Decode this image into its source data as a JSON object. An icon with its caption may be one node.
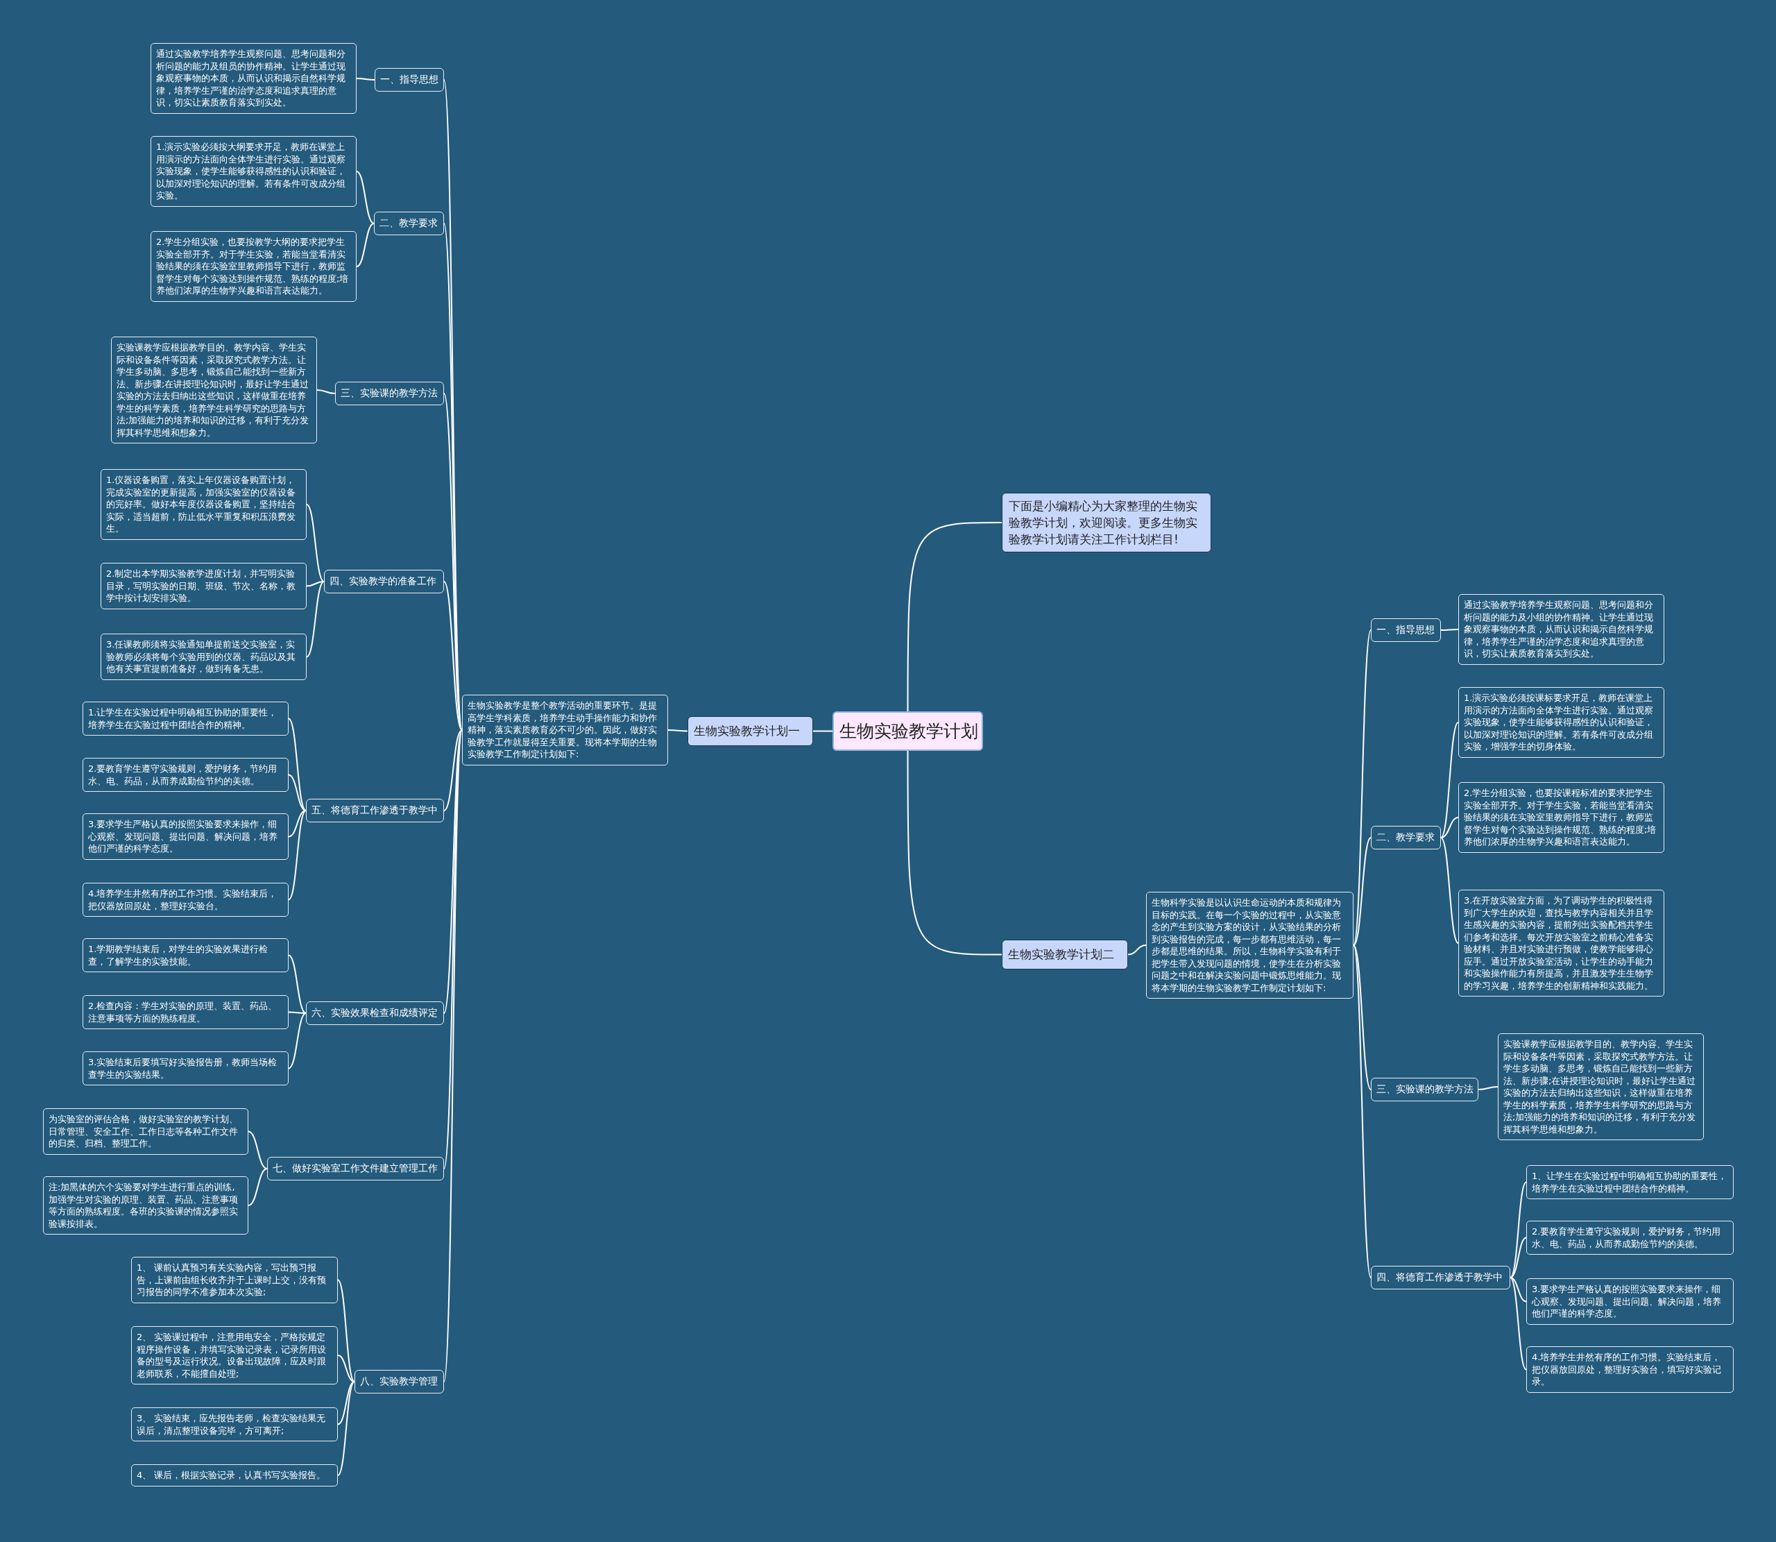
{
  "diagram": {
    "nodes": [
      {
        "text": [
          "生物实验教学计划"
        ]
      },
      {
        "text": [
          "下面是小编精心为大家整理的生物实验教学计划，欢迎阅读。更多生物实验教学计划请关注工作计划栏目!"
        ]
      },
      {
        "text": [
          "生物实验教学计划一"
        ]
      },
      {
        "text": [
          "生物实验教学是整个教学活动的重要环节。是提高学生学科素质，培养学生动手操作能力和协作精神，落实素质教育必不可少的。因此，做好实验教学工作就显得至关重要。现将本学期的生物实验教学工作制定计划如下:"
        ]
      },
      {
        "text": [
          "一、指导思想"
        ]
      },
      {
        "text": [
          "通过实验教学培养学生观察问题、思考问题和分析问题的能力及组员的协作精神。让学生通过现象观察事物的本质，从而认识和揭示自然科学规律，培养学生严谨的治学态度和追求真理的意识，切实让素质教育落实到实处。"
        ]
      },
      {
        "text": [
          "二、教学要求"
        ]
      },
      {
        "text": [
          "1.演示实验必须按大纲要求开足，教师在课堂上用演示的方法面向全体学生进行实验。通过观察实验现象，使学生能够获得感性的认识和验证，以加深对理论知识的理解。若有条件可改成分组实验。"
        ]
      },
      {
        "text": [
          "2.学生分组实验，也要按教学大纲的要求把学生实验全部开齐。对于学生实验，若能当堂看清实验结果的须在实验室里教师指导下进行，教师监督学生对每个实验达到操作规范、熟练的程度;培养他们浓厚的生物学兴趣和语言表达能力。"
        ]
      },
      {
        "text": [
          "三、实验课的教学方法"
        ]
      },
      {
        "text": [
          "实验课教学应根据教学目的、教学内容、学生实际和设备条件等因素，采取探究式教学方法。让学生多动脑、多思考，锻炼自己能找到一些新方法、新步骤;在讲授理论知识时，最好让学生通过实验的方法去归纳出这些知识，这样做重在培养学生的科学素质，培养学生科学研究的思路与方法;加强能力的培养和知识的迁移，有利于充分发挥其科学思维和想象力。"
        ]
      },
      {
        "text": [
          "四、实验教学的准备工作"
        ]
      },
      {
        "text": [
          "1.仪器设备购置，落实上年仪器设备购置计划，完成实验室的更新提高，加强实验室的仪器设备的完好率。做好本年度仪器设备购置，坚持结合实际，适当超前，防止低水平重复和积压浪费发生。"
        ]
      },
      {
        "text": [
          "2.制定出本学期实验教学进度计划，并写明实验目录，写明实验的日期、班级、节次、名称，教学中按计划安排实验。"
        ]
      },
      {
        "text": [
          "3.任课教师须将实验通知单提前送交实验室，实验教师必须将每个实验用到的仪器、药品以及其他有关事宜提前准备好，做到有备无患。"
        ]
      },
      {
        "text": [
          "五、将德育工作渗透于教学中"
        ]
      },
      {
        "text": [
          "1.让学生在实验过程中明确相互协助的重要性，培养学生在实验过程中团结合作的精神。"
        ]
      },
      {
        "text": [
          "2.要教育学生遵守实验规则，爱护财务，节约用水、电、药品，从而养成勤俭节约的美德。"
        ]
      },
      {
        "text": [
          "3.要求学生严格认真的按照实验要求来操作，细心观察、发现问题、提出问题、解决问题，培养他们严谨的科学态度。"
        ]
      },
      {
        "text": [
          "4.培养学生井然有序的工作习惯。实验结束后，把仪器放回原处，整理好实验台。"
        ]
      },
      {
        "text": [
          "六、实验效果检查和成绩评定"
        ]
      },
      {
        "text": [
          "1.学期教学结束后，对学生的实验效果进行检查，了解学生的实验技能。"
        ]
      },
      {
        "text": [
          "2.检查内容：学生对实验的原理、装置、药品、注意事项等方面的熟练程度。"
        ]
      },
      {
        "text": [
          "3.实验结束后要填写好实验报告册，教师当场检查学生的实验结果。"
        ]
      },
      {
        "text": [
          "七、做好实验室工作文件建立管理工作"
        ]
      },
      {
        "text": [
          "为实验室的评估合格，做好实验室的教学计划、日常管理、安全工作、工作日志等各种工作文件的归类、归档、整理工作。"
        ]
      },
      {
        "text": [
          "注:加黑体的六个实验要对学生进行重点的训练, 加强学生对实验的原理、装置、药品、注意事项等方面的熟练程度。各班的实验课的情况参照实验课按排表。"
        ]
      },
      {
        "text": [
          "八、实验教学管理"
        ]
      },
      {
        "text": [
          "1、 课前认真预习有关实验内容，写出预习报告，上课前由组长收齐并于上课时上交，没有预习报告的同学不准参加本次实验;"
        ]
      },
      {
        "text": [
          "2、 实验课过程中，注意用电安全，严格按规定程序操作设备，并填写实验记录表，记录所用设备的型号及运行状况。设备出现故障，应及时跟老师联系，不能擅自处理;"
        ]
      },
      {
        "text": [
          "3、 实验结束，应先报告老师，检查实验结果无误后，清点整理设备完毕，方可离开;"
        ]
      },
      {
        "text": [
          "4、 课后，根据实验记录，认真书写实验报告。"
        ]
      },
      {
        "text": [
          "生物实验教学计划二"
        ]
      },
      {
        "text": [
          "生物科学实验是以认识生命运动的本质和规律为目标的实践。在每一个实验的过程中，从实验意念的产生到实验方案的设计，从实验结果的分析到实验报告的完成，每一步都有思维活动，每一步都是思维的结果。所以，生物科学实验有利于把学生带入发现问题的情境，使学生在分析实验问题之中和在解决实验问题中锻炼思维能力。现将本学期的生物实验教学工作制定计划如下:"
        ]
      },
      {
        "text": [
          "一、指导思想"
        ]
      },
      {
        "text": [
          "通过实验教学培养学生观察问题、思考问题和分析问题的能力及小组的协作精神。让学生通过现象观察事物的本质，从而认识和揭示自然科学规律，培养学生严谨的治学态度和追求真理的意识，切实让素质教育落实到实处。"
        ]
      },
      {
        "text": [
          "二、教学要求"
        ]
      },
      {
        "text": [
          "1.演示实验必须按课标要求开足，教师在课堂上用演示的方法面向全体学生进行实验。通过观察实验现象，使学生能够获得感性的认识和验证，以加深对理论知识的理解。若有条件可改成分组实验，增强学生的切身体验。"
        ]
      },
      {
        "text": [
          "2.学生分组实验，也要按课程标准的要求把学生实验全部开齐。对于学生实验，若能当堂看清实验结果的须在实验室里教师指导下进行，教师监督学生对每个实验达到操作规范、熟练的程度;培养他们浓厚的生物学兴趣和语言表达能力。"
        ]
      },
      {
        "text": [
          "3.在开放实验室方面，为了调动学生的积极性得到广大学生的欢迎，查找与教学内容相关并且学生感兴趣的实验内容，提前列出实验配档共学生们参考和选择。每次开放实验室之前精心准备实验材料、并且对实验进行预做，使教学能够得心应手。通过开放实验室活动，让学生的动手能力和实验操作能力有所提高，并且激发学生生物学的学习兴趣，培养学生的创新精神和实践能力。"
        ]
      },
      {
        "text": [
          "三、实验课的教学方法"
        ]
      },
      {
        "text": [
          "实验课教学应根据教学目的、教学内容、学生实际和设备条件等因素，采取探究式教学方法。让学生多动脑、多思考，锻炼自己能找到一些新方法、新步骤;在讲授理论知识时，最好让学生通过实验的方法去归纳出这些知识，这样做重在培养学生的科学素质，培养学生科学研究的思路与方法;加强能力的培养和知识的迁移，有利于充分发挥其科学思维和想象力。"
        ]
      },
      {
        "text": [
          "四、将德育工作渗透于教学中"
        ]
      },
      {
        "text": [
          "1、让学生在实验过程中明确相互协助的重要性，培养学生在实验过程中团结合作的精神。"
        ]
      },
      {
        "text": [
          "2.要教育学生遵守实验规则，爱护财务，节约用水、电、药品，从而养成勤俭节约的美德。"
        ]
      },
      {
        "text": [
          "3.要求学生严格认真的按照实验要求来操作，细心观察、发现问题、提出问题、解决问题，培养他们严谨的科学态度。"
        ]
      },
      {
        "text": [
          "4.培养学生井然有序的工作习惯。实验结束后，把仪器放回原处，整理好实验台，填写好实验记录。"
        ]
      }
    ],
    "edges": [
      {
        "from": 0,
        "to": 1,
        "arrow": "none"
      },
      {
        "from": 0,
        "to": 2,
        "arrow": "none"
      },
      {
        "from": 2,
        "to": 3,
        "arrow": "none"
      },
      {
        "from": 3,
        "to": 4,
        "arrow": "none"
      },
      {
        "from": 4,
        "to": 5,
        "arrow": "none"
      },
      {
        "from": 3,
        "to": 6,
        "arrow": "none"
      },
      {
        "from": 6,
        "to": 7,
        "arrow": "none"
      },
      {
        "from": 6,
        "to": 8,
        "arrow": "none"
      },
      {
        "from": 3,
        "to": 9,
        "arrow": "none"
      },
      {
        "from": 9,
        "to": 10,
        "arrow": "none"
      },
      {
        "from": 3,
        "to": 11,
        "arrow": "none"
      },
      {
        "from": 11,
        "to": 12,
        "arrow": "none"
      },
      {
        "from": 11,
        "to": 13,
        "arrow": "none"
      },
      {
        "from": 11,
        "to": 14,
        "arrow": "none"
      },
      {
        "from": 3,
        "to": 15,
        "arrow": "none"
      },
      {
        "from": 15,
        "to": 16,
        "arrow": "none"
      },
      {
        "from": 15,
        "to": 17,
        "arrow": "none"
      },
      {
        "from": 15,
        "to": 18,
        "arrow": "none"
      },
      {
        "from": 15,
        "to": 19,
        "arrow": "none"
      },
      {
        "from": 3,
        "to": 20,
        "arrow": "none"
      },
      {
        "from": 20,
        "to": 21,
        "arrow": "none"
      },
      {
        "from": 20,
        "to": 22,
        "arrow": "none"
      },
      {
        "from": 20,
        "to": 23,
        "arrow": "none"
      },
      {
        "from": 3,
        "to": 24,
        "arrow": "none"
      },
      {
        "from": 24,
        "to": 25,
        "arrow": "none"
      },
      {
        "from": 24,
        "to": 26,
        "arrow": "none"
      },
      {
        "from": 3,
        "to": 27,
        "arrow": "none"
      },
      {
        "from": 27,
        "to": 28,
        "arrow": "none"
      },
      {
        "from": 27,
        "to": 29,
        "arrow": "none"
      },
      {
        "from": 27,
        "to": 30,
        "arrow": "none"
      },
      {
        "from": 27,
        "to": 31,
        "arrow": "none"
      },
      {
        "from": 0,
        "to": 32,
        "arrow": "none"
      },
      {
        "from": 32,
        "to": 33,
        "arrow": "none"
      },
      {
        "from": 33,
        "to": 34,
        "arrow": "none"
      },
      {
        "from": 34,
        "to": 35,
        "arrow": "none"
      },
      {
        "from": 33,
        "to": 36,
        "arrow": "none"
      },
      {
        "from": 36,
        "to": 37,
        "arrow": "none"
      },
      {
        "from": 36,
        "to": 38,
        "arrow": "none"
      },
      {
        "from": 36,
        "to": 39,
        "arrow": "none"
      },
      {
        "from": 33,
        "to": 40,
        "arrow": "none"
      },
      {
        "from": 40,
        "to": 41,
        "arrow": "none"
      },
      {
        "from": 33,
        "to": 42,
        "arrow": "none"
      },
      {
        "from": 42,
        "to": 43,
        "arrow": "none"
      },
      {
        "from": 42,
        "to": 44,
        "arrow": "none"
      },
      {
        "from": 42,
        "to": 45,
        "arrow": "none"
      },
      {
        "from": 42,
        "to": 46,
        "arrow": "none"
      }
    ]
  }
}
